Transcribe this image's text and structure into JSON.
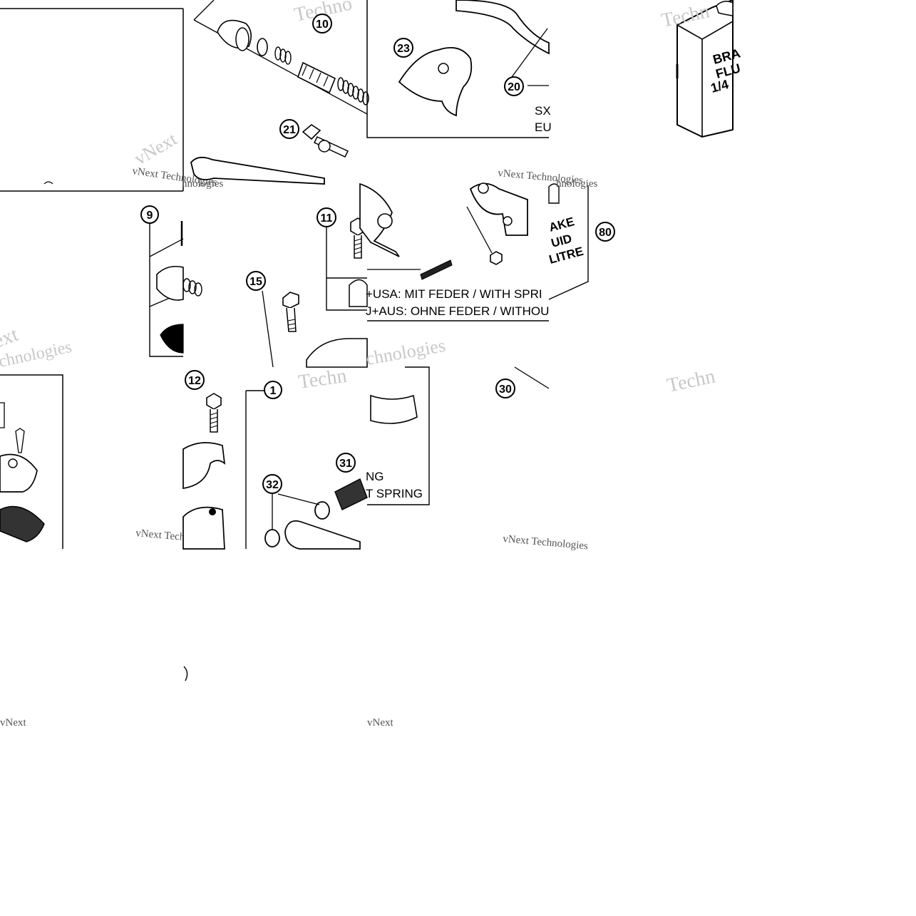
{
  "callouts": [
    {
      "id": "c10",
      "label": "10"
    },
    {
      "id": "c23",
      "label": "23"
    },
    {
      "id": "c20",
      "label": "20"
    },
    {
      "id": "c21",
      "label": "21"
    },
    {
      "id": "c9",
      "label": "9"
    },
    {
      "id": "c11",
      "label": "11"
    },
    {
      "id": "c15",
      "label": "15"
    },
    {
      "id": "c80",
      "label": "80"
    },
    {
      "id": "c12",
      "label": "12"
    },
    {
      "id": "c1",
      "label": "1"
    },
    {
      "id": "c30",
      "label": "30"
    },
    {
      "id": "c31",
      "label": "31"
    },
    {
      "id": "c32",
      "label": "32"
    }
  ],
  "notes": {
    "top_line1": "SX",
    "top_line2": "EU",
    "mid_line1": "+USA:  MIT FEDER / WITH SPRI",
    "mid_line2": "J+AUS:  OHNE FEDER / WITHOU",
    "low_line1": "NG",
    "low_line2": "T SPRING"
  },
  "brake_fluid": {
    "can_line1": "BRA",
    "can_line2": "FLU",
    "can_line3": "1/4",
    "side_line1": "AKE",
    "side_line2": "UID",
    "side_line3": "LITRE"
  },
  "watermark": {
    "brand": "vNext",
    "full": "vNext Technologies",
    "part": "Techno",
    "frag1": "Techn",
    "frag2": "chnologies",
    "frag3": "ext",
    "frag4": "hnologies",
    "frag5": "Technologies"
  }
}
